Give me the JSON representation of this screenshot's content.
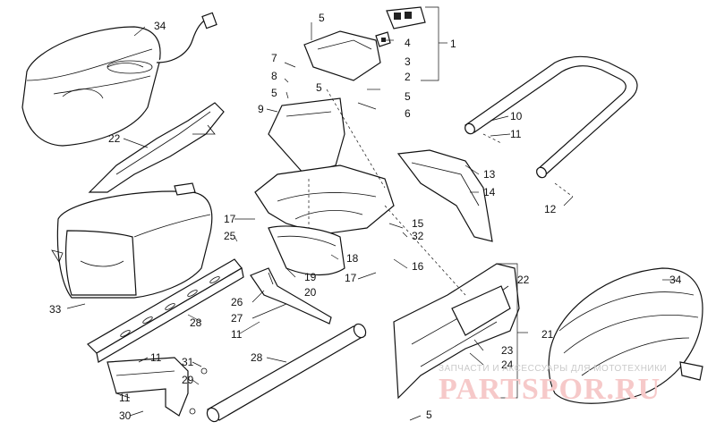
{
  "labels": {
    "l34a": "34",
    "l5a": "5",
    "l1": "1",
    "l4": "4",
    "l7": "7",
    "l3": "3",
    "l8": "8",
    "l2": "2",
    "l5b": "5",
    "l5c": "5",
    "l5d": "5",
    "l9": "9",
    "l6": "6",
    "l10": "10",
    "l22a": "22",
    "l11a": "11",
    "l13": "13",
    "l14": "14",
    "l12": "12",
    "l17a": "17",
    "l25": "25",
    "l15": "15",
    "l32": "32",
    "l18": "18",
    "l16": "16",
    "l19": "19",
    "l17b": "17",
    "l20": "20",
    "l22b": "22",
    "l34b": "34",
    "l26": "26",
    "l33": "33",
    "l27": "27",
    "l28a": "28",
    "l11b": "11",
    "l21": "21",
    "l23": "23",
    "l24": "24",
    "l28b": "28",
    "l11c": "11",
    "l31": "31",
    "l29": "29",
    "l11d": "11",
    "l30": "30",
    "l5e": "5"
  },
  "watermark": {
    "subtitle": "ЗАПЧАСТИ И АКСЕССУАРЫ ДЛЯ МОТОТЕХНИКИ",
    "site": "PARTSPOR.RU"
  },
  "colors": {
    "line": "#111111",
    "watermark": "#f6c9c9"
  }
}
